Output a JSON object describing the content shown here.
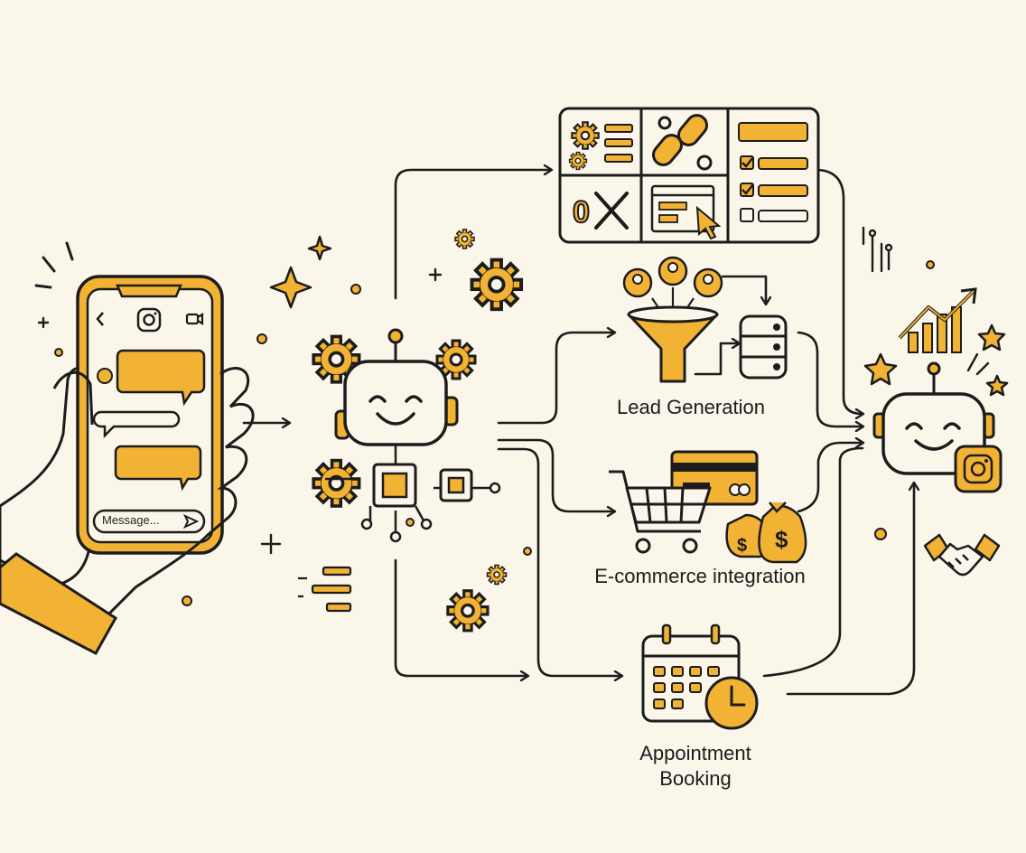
{
  "phone": {
    "message_placeholder": "Message..."
  },
  "outcomes": {
    "lead_generation": "Lead Generation",
    "ecommerce": "E-commerce integration",
    "appointment_line1": "Appointment",
    "appointment_line2": "Booking"
  },
  "icons": [
    "instagram-icon",
    "chevron-left-icon",
    "video-icon",
    "send-icon",
    "gear-icon",
    "robot-icon",
    "chip-icon",
    "funnel-icon",
    "database-icon",
    "user-icon",
    "shopping-cart-icon",
    "credit-card-icon",
    "money-bag-icon",
    "calendar-icon",
    "clock-icon",
    "chart-up-icon",
    "star-icon",
    "handshake-icon",
    "chain-link-icon",
    "checkbox-icon",
    "sparkle-icon"
  ],
  "colors": {
    "accent": "#f2b233",
    "stroke": "#1c1c1c",
    "background": "#faf6ea"
  }
}
